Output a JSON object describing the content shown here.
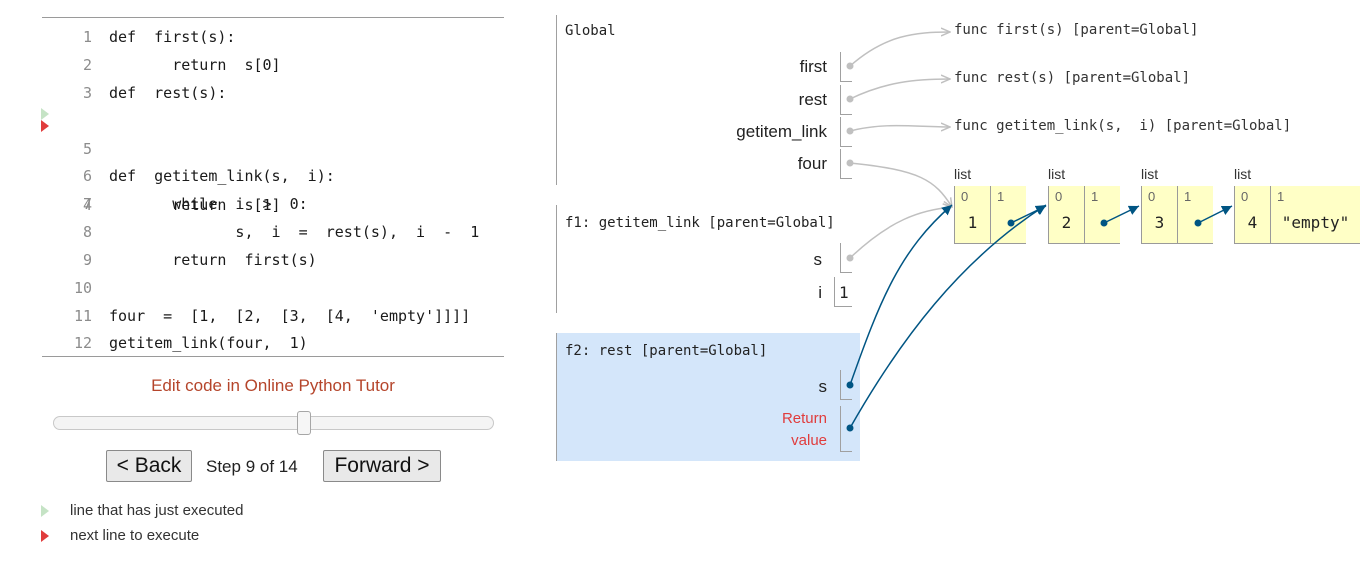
{
  "code": {
    "lines": [
      {
        "n": "1",
        "text": "def  first(s):"
      },
      {
        "n": "2",
        "text": "       return  s[0]"
      },
      {
        "n": "3",
        "text": "def  rest(s):"
      },
      {
        "n": "4",
        "text": "       return  s[1]"
      },
      {
        "n": "5",
        "text": ""
      },
      {
        "n": "6",
        "text": "def  getitem_link(s,  i):"
      },
      {
        "n": "7",
        "text": "       while  i  >  0:"
      },
      {
        "n": "8",
        "text": "              s,  i  =  rest(s),  i  -  1"
      },
      {
        "n": "9",
        "text": "       return  first(s)"
      },
      {
        "n": "10",
        "text": ""
      },
      {
        "n": "11",
        "text": "four  =  [1,  [2,  [3,  [4,  'empty']]]]"
      },
      {
        "n": "12",
        "text": "getitem_link(four,  1)"
      }
    ],
    "prev_line": 4,
    "next_line": 4
  },
  "controls": {
    "edit_link": "Edit code in Online Python Tutor",
    "back_label": "< Back",
    "step_text": "Step 9 of 14",
    "forward_label": "Forward >",
    "step_progress": 0.571
  },
  "legend": {
    "prev": "line that has just executed",
    "next": "next line to execute"
  },
  "frames": {
    "global": {
      "title": "Global",
      "vars": [
        {
          "name": "first"
        },
        {
          "name": "rest"
        },
        {
          "name": "getitem_link"
        },
        {
          "name": "four"
        }
      ]
    },
    "f1": {
      "title": "f1: getitem_link [parent=Global]",
      "vars": [
        {
          "name": "s"
        },
        {
          "name": "i",
          "value": "1"
        }
      ]
    },
    "f2": {
      "title": "f2: rest [parent=Global]",
      "vars": [
        {
          "name": "s"
        },
        {
          "name_line1": "Return",
          "name_line2": "value"
        }
      ]
    }
  },
  "functions": [
    "func first(s) [parent=Global]",
    "func rest(s) [parent=Global]",
    "func getitem_link(s,  i) [parent=Global]"
  ],
  "lists": [
    {
      "type": "list",
      "idx0": "0",
      "idx1": "1",
      "val0": "1"
    },
    {
      "type": "list",
      "idx0": "0",
      "idx1": "1",
      "val0": "2"
    },
    {
      "type": "list",
      "idx0": "0",
      "idx1": "1",
      "val0": "3"
    },
    {
      "type": "list",
      "idx0": "0",
      "idx1": "1",
      "val0": "4",
      "val1": "\"empty\""
    }
  ],
  "colors": {
    "active_frame": "#d4e6fa",
    "pointer": "#005583",
    "func_pointer": "#c0c0c0",
    "list_cell": "#ffffc6",
    "prev_arrow": "#c5e3c5",
    "next_arrow": "#e03c3c"
  }
}
